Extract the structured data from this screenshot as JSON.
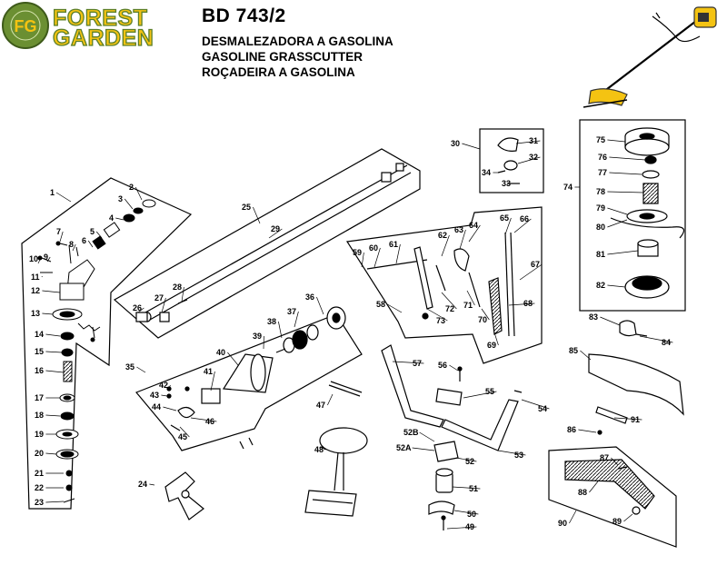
{
  "header": {
    "model": "BD 743/2",
    "title_es": "DESMALEZADORA A GASOLINA",
    "title_en": "GASOLINE GRASSCUTTER",
    "title_pt": "ROÇADEIRA A GASOLINA"
  },
  "logo": {
    "brand_line1": "FOREST",
    "brand_line2": "GARDEN",
    "badge_initials": "FG",
    "badge_ring_text": "FOREST GARDEN",
    "green": "#5b7f2a",
    "yellow": "#f4c312"
  },
  "parts": [
    "1",
    "2",
    "3",
    "4",
    "5",
    "6",
    "7",
    "8",
    "9",
    "10",
    "11",
    "12",
    "13",
    "14",
    "15",
    "16",
    "17",
    "18",
    "19",
    "20",
    "21",
    "22",
    "23",
    "24",
    "25",
    "26",
    "27",
    "28",
    "29",
    "30",
    "31",
    "32",
    "33",
    "34",
    "35",
    "36",
    "37",
    "38",
    "39",
    "40",
    "41",
    "42",
    "43",
    "44",
    "45",
    "46",
    "47",
    "48",
    "49",
    "50",
    "51",
    "52",
    "52A",
    "52B",
    "53",
    "54",
    "55",
    "56",
    "57",
    "58",
    "59",
    "60",
    "61",
    "62",
    "63",
    "64",
    "65",
    "66",
    "67",
    "68",
    "69",
    "70",
    "71",
    "72",
    "73",
    "74",
    "75",
    "76",
    "77",
    "78",
    "79",
    "80",
    "81",
    "82",
    "83",
    "84",
    "85",
    "86",
    "87",
    "88",
    "89",
    "90",
    "91"
  ]
}
